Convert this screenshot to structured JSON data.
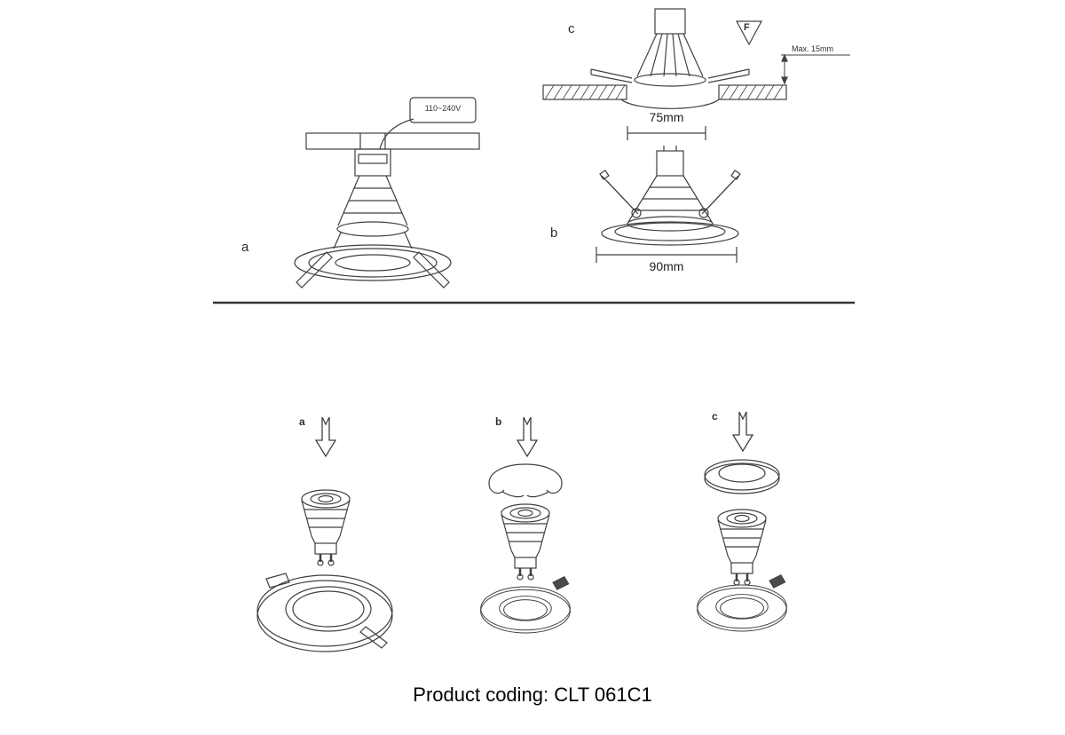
{
  "product": {
    "coding_line": "Product coding: CLT 061C1"
  },
  "top": {
    "fig_a": {
      "label": "a",
      "voltage_label": "110~240V"
    },
    "fig_c": {
      "label": "c",
      "force_label": "F",
      "max_depth_label": "Max. 15mm",
      "cutout_label": "75mm"
    },
    "fig_b": {
      "label": "b",
      "diameter_label": "90mm"
    }
  },
  "steps": {
    "a": {
      "label": "a"
    },
    "b": {
      "label": "b"
    },
    "c": {
      "label": "c"
    }
  },
  "style": {
    "line_color": "#404040",
    "divider_color": "#333333"
  }
}
